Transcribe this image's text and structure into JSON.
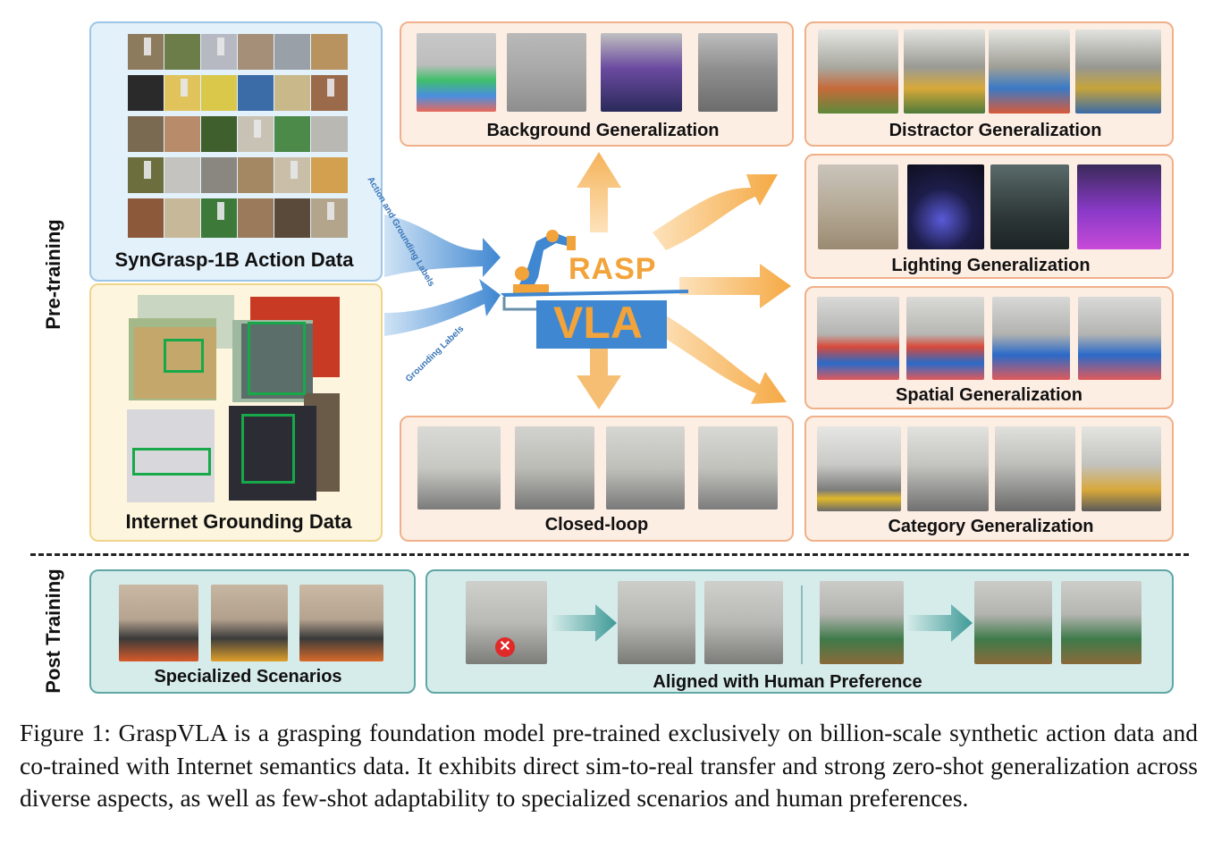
{
  "sections": {
    "pretraining": "Pre-training",
    "posttraining": "Post Training"
  },
  "left_panels": {
    "action_data": "SynGrasp-1B Action Data",
    "grounding_data": "Internet Grounding Data"
  },
  "arrow_labels": {
    "upper": "Action and Grounding Labels",
    "lower": "Grounding Labels"
  },
  "logo": {
    "top": "RASP",
    "bottom": "VLA"
  },
  "generalization": {
    "background": "Background Generalization",
    "closed_loop": "Closed-loop",
    "distractor": "Distractor Generalization",
    "lighting": "Lighting Generalization",
    "spatial": "Spatial Generalization",
    "category": "Category Generalization"
  },
  "post": {
    "specialized": "Specialized Scenarios",
    "aligned": "Aligned with Human Preference"
  },
  "caption": "Figure 1: GraspVLA is a grasping foundation model pre-trained exclusively on billion-scale synthetic action data and co-trained with Internet semantics data. It exhibits direct sim-to-real transfer and strong zero-shot generalization across diverse aspects, as well as few-shot adaptability to specialized scenarios and human preferences.",
  "colors": {
    "blue_border": "#9dc6e6",
    "yellow_border": "#f0d48a",
    "orange_border": "#f0b08a",
    "teal_border": "#5fa6a4",
    "logo_blue": "#3f87d1",
    "logo_orange": "#f2a33a",
    "bbox_green": "#17a84a"
  }
}
